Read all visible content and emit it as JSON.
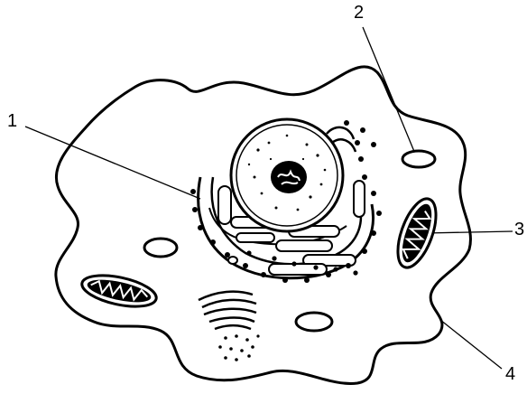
{
  "labels": [
    "1",
    "2",
    "3",
    "4"
  ],
  "colors": {
    "stroke": "#000000",
    "fill": "#ffffff"
  }
}
